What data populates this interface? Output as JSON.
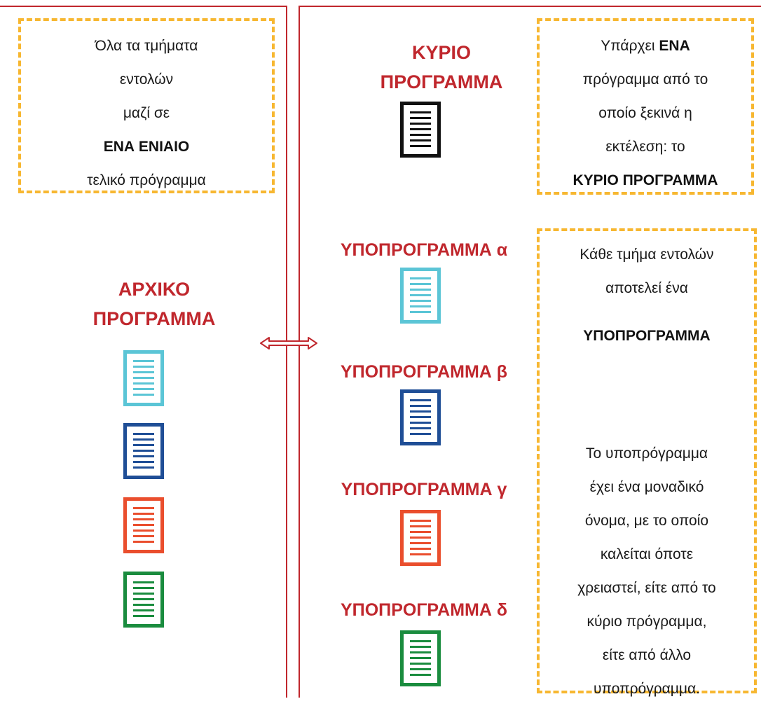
{
  "left_note": {
    "line1": "Όλα τα τμήματα",
    "line2": "εντολών",
    "line3": "μαζί σε",
    "line4": "ΕΝΑ ΕΝΙΑΙΟ",
    "line5": "τελικό πρόγραμμα"
  },
  "left_title": {
    "line1": "ΑΡΧΙΚΟ",
    "line2": "ΠΡΟΓΡΑΜΜΑ"
  },
  "main_title": {
    "line1": "ΚΥΡΙΟ",
    "line2": "ΠΡΟΓΡΑΜΜΑ"
  },
  "main_note": {
    "line1_pre": "Υπάρχει ",
    "line1_bold": "ΕΝΑ",
    "line2": "πρόγραμμα από το",
    "line3": "οποίο ξεκινά η",
    "line4": "εκτέλεση: το",
    "line5": "ΚΥΡΙΟ ΠΡΟΓΡΑΜΜΑ"
  },
  "subprograms": {
    "a": "ΥΠΟΠΡΟΓΡΑΜΜΑ α",
    "b": "ΥΠΟΠΡΟΓΡΑΜΜΑ β",
    "c": "ΥΠΟΠΡΟΓΡΑΜΜΑ γ",
    "d": "ΥΠΟΠΡΟΓΡΑΜΜΑ δ"
  },
  "sub_note": {
    "line1": "Κάθε τμήμα εντολών",
    "line2": "αποτελεί ένα",
    "line3": "ΥΠΟΠΡΟΓΡΑΜΜΑ",
    "line4": "Το υποπρόγραμμα",
    "line5": "έχει ένα μοναδικό",
    "line6": "όνομα, με το οποίο",
    "line7": "καλείται όποτε",
    "line8": "χρειαστεί, είτε από το",
    "line9": "κύριο πρόγραμμα,",
    "line10": "είτε από άλλο",
    "line11": "υποπρόγραμμα."
  },
  "colors": {
    "accent_red": "#c0272d",
    "note_border": "#f7b731",
    "doc_black": "#111111",
    "doc_cyan": "#5bc5d6",
    "doc_blue": "#1f4e96",
    "doc_red": "#ea4e2d",
    "doc_green": "#1a8c3e"
  },
  "icons": [
    "document-icon",
    "double-arrow-icon"
  ]
}
